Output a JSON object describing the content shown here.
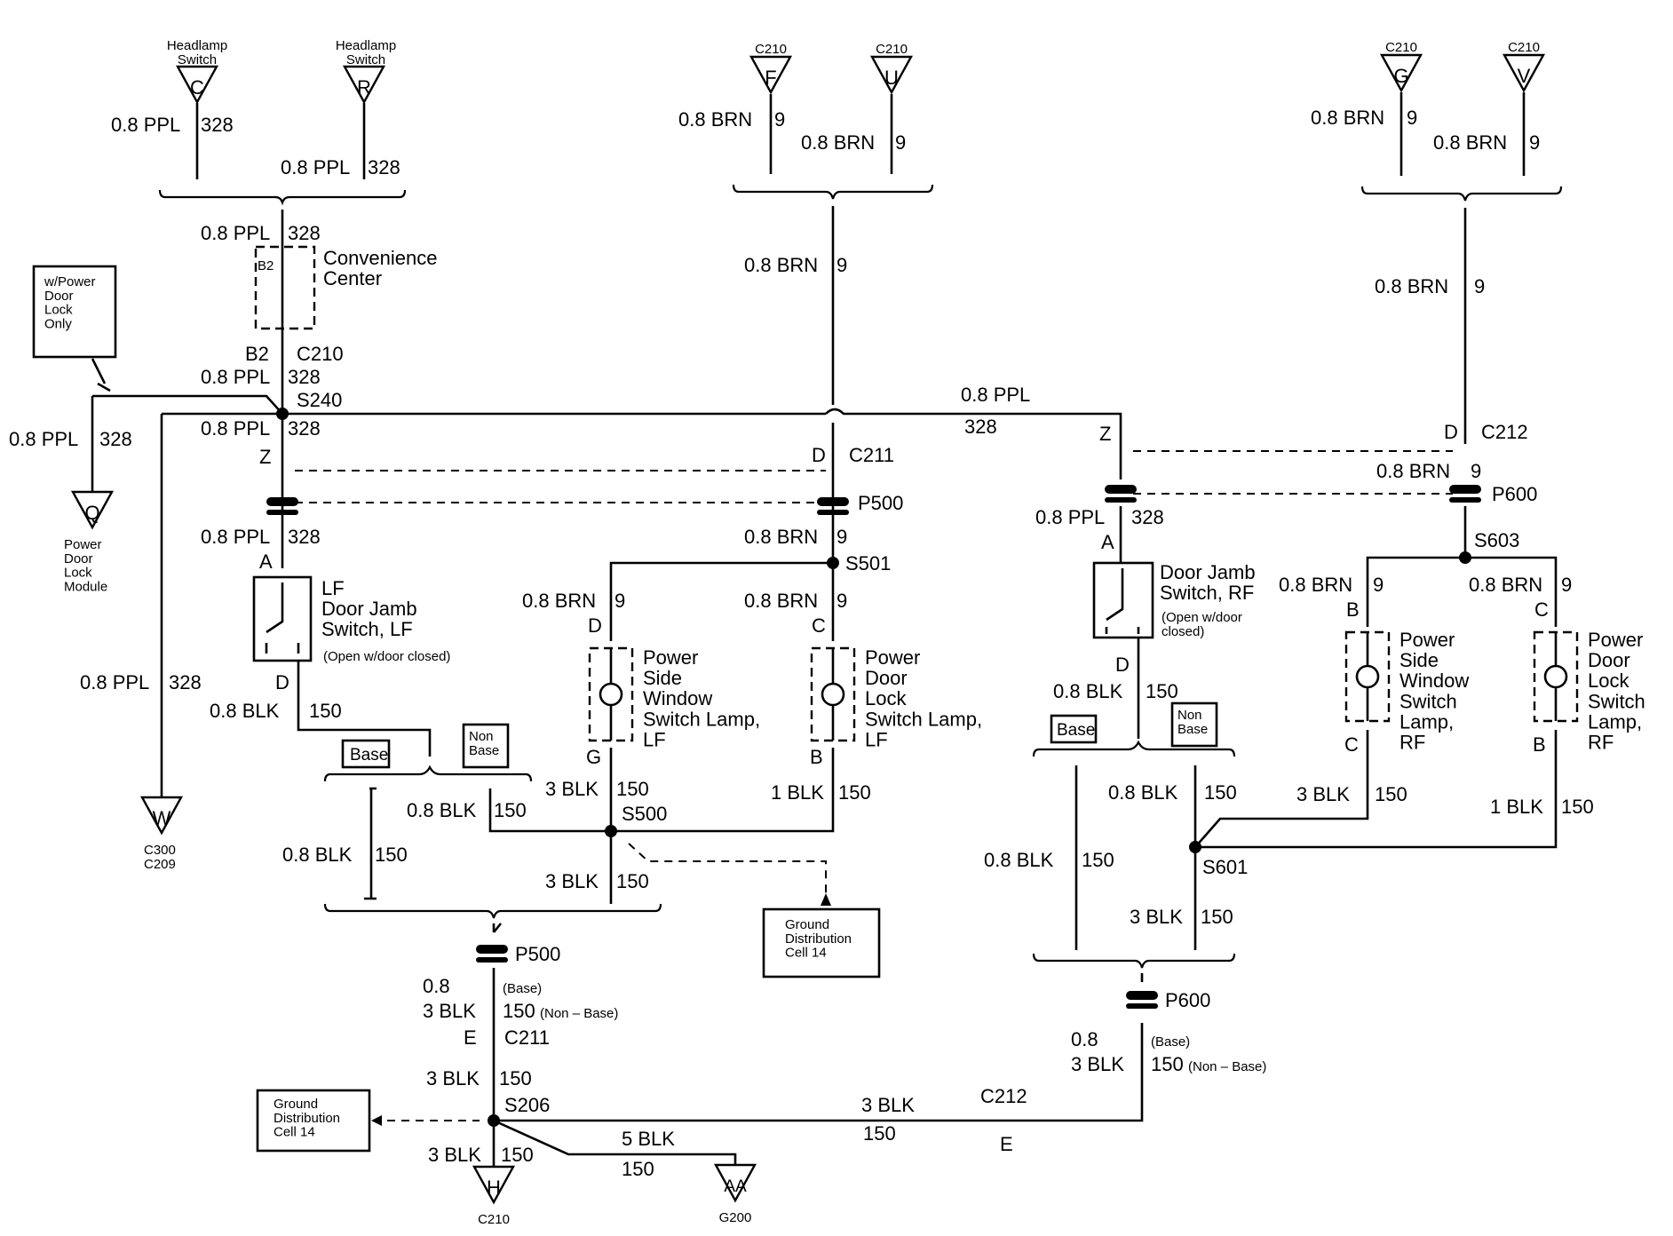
{
  "connectors": {
    "hl_c": {
      "caption": "Headlamp\nSwitch",
      "pin": "C"
    },
    "hl_r": {
      "caption": "Headlamp\nSwitch",
      "pin": "R"
    },
    "c210_f": {
      "caption": "C210",
      "pin": "F"
    },
    "c210_u": {
      "caption": "C210",
      "pin": "U"
    },
    "c210_g": {
      "caption": "C210",
      "pin": "G"
    },
    "c210_v": {
      "caption": "C210",
      "pin": "V"
    },
    "pdlm_q": {
      "caption": "Power\nDoor\nLock\nModule",
      "pin": "Q"
    },
    "c300_w": {
      "caption": "C300\nC209",
      "pin": "W"
    },
    "c210_h": {
      "caption": "C210",
      "pin": "H"
    },
    "g200_aa": {
      "caption": "G200",
      "pin": "AA"
    }
  },
  "note_box": "w/Power\nDoor\nLock\nOnly",
  "ground_box_1": "Ground\nDistribution\nCell 14",
  "ground_box_2": "Ground\nDistribution\nCell 14",
  "base_tags": {
    "base_left": "Base",
    "nonbase_left": "Non\nBase",
    "base_right": "Base",
    "nonbase_right": "Non\nBase"
  },
  "components": {
    "convenience_center": "Convenience\nCenter",
    "cc_pin": "B2",
    "lf_door_jamb": "LF\nDoor Jamb\nSwitch, LF",
    "lf_door_jamb_note": "(Open w/door  closed)",
    "rf_door_jamb": "Door Jamb\nSwitch, RF",
    "rf_door_jamb_note": "(Open w/door\nclosed)",
    "pws_lamp_lf": "Power\nSide\nWindow\nSwitch Lamp,\nLF",
    "pdl_lamp_lf": "Power\nDoor\nLock\nSwitch Lamp,\nLF",
    "pws_lamp_rf": "Power\nSide\nWindow\nSwitch\nLamp,\nRF",
    "pdl_lamp_rf": "Power\nDoor\nLock\nSwitch\nLamp,\nRF"
  },
  "labels": {
    "hl_c_wire": "0.8 PPL",
    "hl_c_ckt": "328",
    "hl_r_wire": "0.8 PPL",
    "hl_r_ckt": "328",
    "f_wire": "0.8 BRN",
    "f_ckt": "9",
    "u_wire": "0.8 BRN",
    "u_ckt": "9",
    "g_wire": "0.8 BRN",
    "g_ckt": "9",
    "v_wire": "0.8 BRN",
    "v_ckt": "9",
    "cc_in_wire": "0.8 PPL",
    "cc_in_ckt": "328",
    "b2": "B2",
    "c210": "C210",
    "cc_out_wire": "0.8 PPL",
    "cc_out_ckt": "328",
    "s240": "S240",
    "left_wire": "0.8 PPL",
    "left_ckt": "328",
    "z_wire": "0.8 PPL",
    "z_ckt": "328",
    "z_left": "Z",
    "lfdj_wire": "0.8 PPL",
    "lfdj_ckt": "328",
    "a_left": "A",
    "long_wire": "0.8 PPL",
    "long_ckt": "328",
    "d_left": "D",
    "lfdj_out_wire": "0.8 BLK",
    "lfdj_out_ckt": "150",
    "brn_center_wire": "0.8 BRN",
    "brn_center_ckt": "9",
    "top_ppl_wire": "0.8 PPL",
    "top_ppl_ckt": "328",
    "d_c211": "D",
    "c211": "C211",
    "p500_top": "P500",
    "p500_out_wire": "0.8 BRN",
    "p500_out_ckt": "9",
    "s501": "S501",
    "pws_in_wire": "0.8 BRN",
    "pws_in_ckt": "9",
    "pws_d": "D",
    "pdl_in_wire": "0.8 BRN",
    "pdl_in_ckt": "9",
    "pdl_c": "C",
    "pws_g": "G",
    "pdl_b": "B",
    "pws_out_wire": "3 BLK",
    "pws_out_ckt": "150",
    "pdl_out_wire": "1 BLK",
    "pdl_out_ckt": "150",
    "s500": "S500",
    "s500_left_wire": "0.8 BLK",
    "s500_left_ckt": "150",
    "left_brace_wire": "0.8 BLK",
    "left_brace_ckt": "150",
    "s500_down_wire": "3 BLK",
    "s500_down_ckt": "150",
    "p500_bottom": "P500",
    "p500b_l1": "0.8",
    "p500b_l2": "3 BLK",
    "p500b_base": "(Base)",
    "p500b_ckt": "150",
    "p500b_nonbase": "(Non – Base)",
    "e_left": "E",
    "c211_b": "C211",
    "s206_in_wire": "3 BLK",
    "s206_in_ckt": "150",
    "s206": "S206",
    "s206_down_wire": "3 BLK",
    "s206_down_ckt": "150",
    "g200_wire": "5 BLK",
    "g200_ckt": "150",
    "c212_wire": "3 BLK",
    "c212_ckt": "150",
    "c212_b": "C212",
    "e_right": "E",
    "rf_brn_wire": "0.8 BRN",
    "rf_brn_ckt": "9",
    "rf_ppl_z": "Z",
    "d_c212": "D",
    "c212": "C212",
    "p600_in_wire": "0.8 BRN",
    "p600_in_ckt": "9",
    "p600_top": "P600",
    "rfdj_wire": "0.8 PPL",
    "rfdj_ckt": "328",
    "a_right": "A",
    "s603": "S603",
    "rpws_in_wire": "0.8 BRN",
    "rpws_in_ckt": "9",
    "rpws_b": "B",
    "rpdl_in_wire": "0.8 BRN",
    "rpdl_in_ckt": "9",
    "rpdl_c": "C",
    "d_right": "D",
    "rfdj_out_wire": "0.8 BLK",
    "rfdj_out_ckt": "150",
    "rpws_c": "C",
    "rpdl_b": "B",
    "rpws_out_wire": "3 BLK",
    "rpws_out_ckt": "150",
    "rpdl_out_wire": "1 BLK",
    "rpdl_out_ckt": "150",
    "s601_in_wire": "0.8 BLK",
    "s601_in_ckt": "150",
    "s601": "S601",
    "right_brace_wire": "0.8 BLK",
    "right_brace_ckt": "150",
    "s601_down_wire": "3 BLK",
    "s601_down_ckt": "150",
    "p600_bottom": "P600",
    "p600b_l1": "0.8",
    "p600b_l2": "3 BLK",
    "p600b_base": "(Base)",
    "p600b_ckt": "150",
    "p600b_nonbase": "(Non – Base)"
  }
}
